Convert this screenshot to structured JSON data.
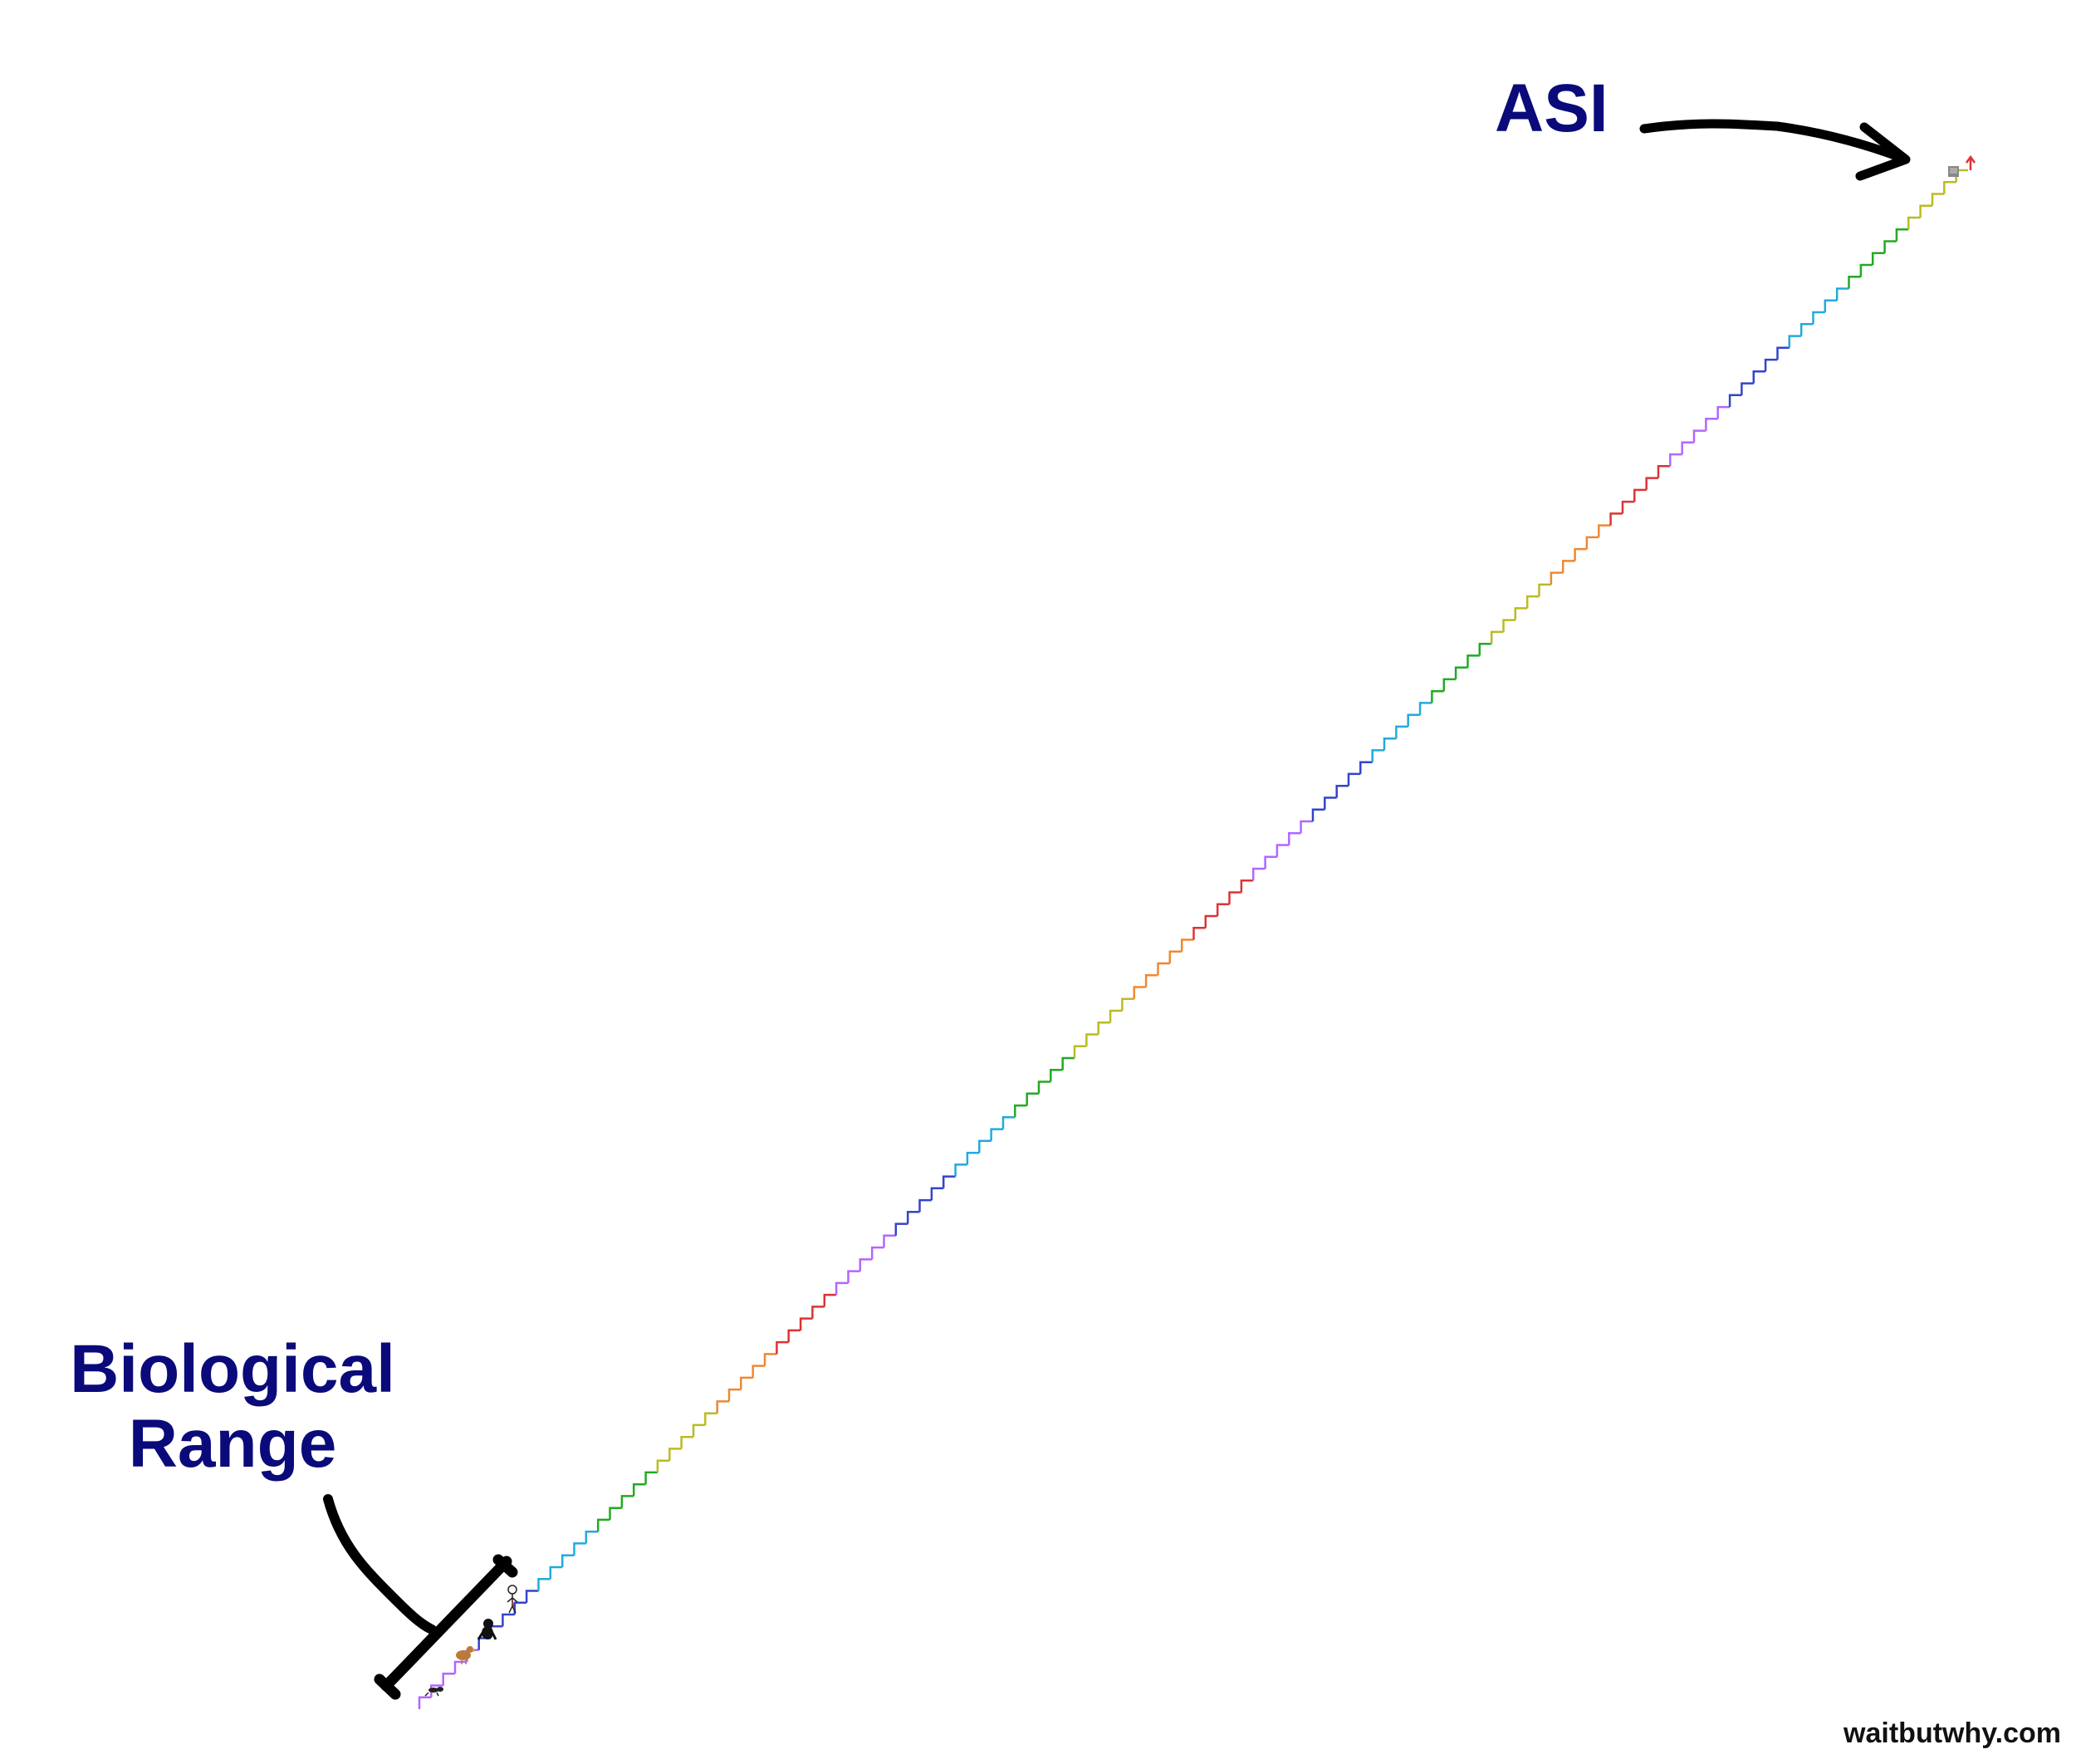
{
  "labels": {
    "asi": "ASI",
    "biological_line1": "Biological",
    "biological_line2": "Range"
  },
  "credit": "waitbutwhy.com",
  "staircase": {
    "step_count": 130,
    "color_cycle": [
      "#b266ff",
      "#3344cc",
      "#22aadd",
      "#22aa22",
      "#bbbb22",
      "#ee8833",
      "#dd3333"
    ]
  },
  "colors": {
    "label": "#0a0a7a",
    "arrow": "#000000",
    "credit": "#111111"
  },
  "icons": [
    "ant-icon",
    "chicken-icon",
    "chimp-icon",
    "human-icon",
    "computer-icon",
    "up-arrow-icon"
  ]
}
